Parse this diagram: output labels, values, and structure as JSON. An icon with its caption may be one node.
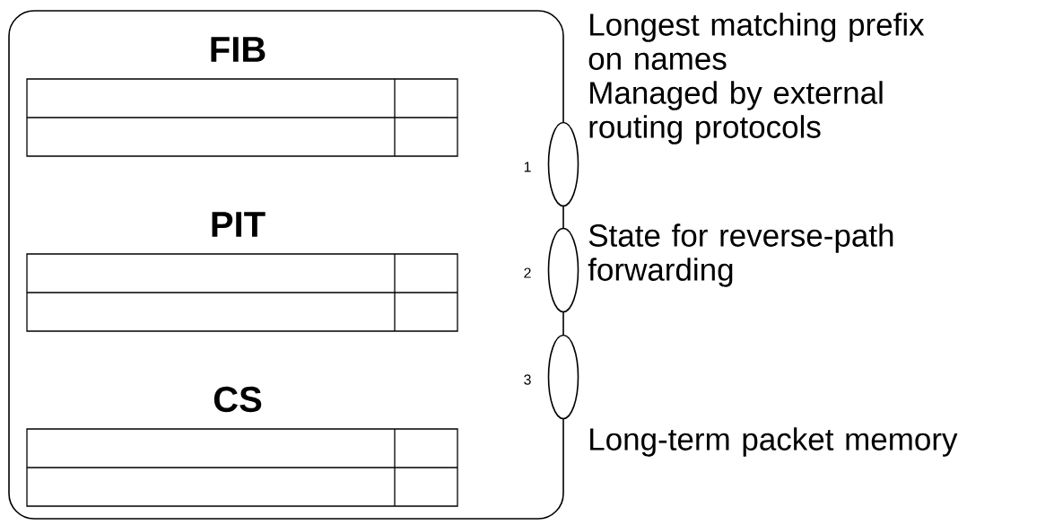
{
  "diagram": {
    "nodes": [
      {
        "text": [],
        "shape": "box"
      },
      {
        "text": [
          "FIB"
        ],
        "in": 0
      },
      {
        "text": [
          "PIT"
        ],
        "in": 0
      },
      {
        "text": [
          "CS"
        ],
        "in": 0
      },
      {
        "text": [],
        "shape": "ellipse",
        "beside": [
          "1"
        ]
      },
      {
        "text": [],
        "shape": "ellipse",
        "beside": [
          "2"
        ]
      },
      {
        "text": [],
        "shape": "ellipse",
        "beside": [
          "3"
        ]
      }
    ],
    "labels": [
      "Longest matching prefix on names",
      "Managed by external routing protocols",
      "State for reverse-path forwarding",
      "Long-term packet memory"
    ]
  }
}
